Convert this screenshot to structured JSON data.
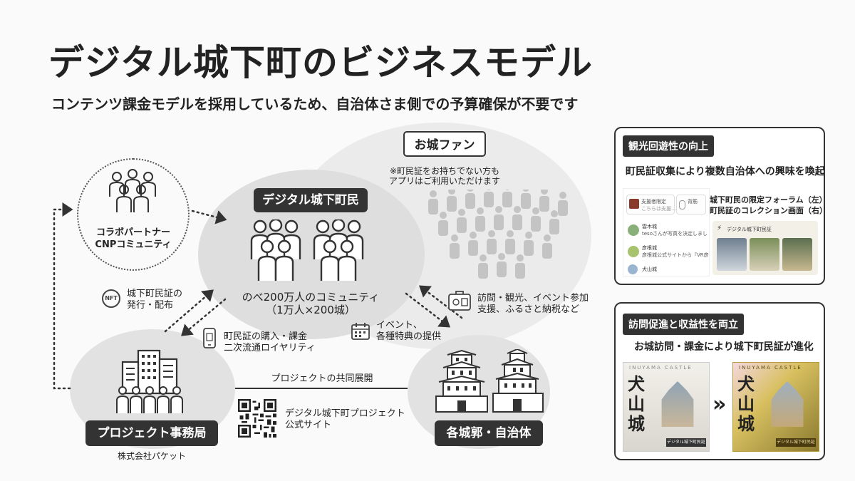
{
  "title": "デジタル城下町のビジネスモデル",
  "subtitle": "コンテンツ課金モデルを採用しているため、自治体さま側での予算確保が不要です",
  "nodes": {
    "partner": {
      "line1": "コラボパートナー",
      "line2": "CNPコミュニティ"
    },
    "citizens": {
      "label": "デジタル城下町民",
      "count_line1": "のべ200万人のコミュニティ",
      "count_line2": "（1万人×200城）"
    },
    "fans": {
      "label": "お城ファン",
      "note_line1": "※町民証をお持ちでない方も",
      "note_line2": "アプリはご利用いただけます"
    },
    "office": {
      "label": "プロジェクト事務局",
      "company": "株式会社パケット"
    },
    "castles": {
      "label": "各城郭・自治体"
    }
  },
  "flows": {
    "nft_line1": "城下町民証の",
    "nft_line2": "発行・配布",
    "nft_icon_text": "NFT",
    "purchase_line1": "町民証の購入・課金",
    "purchase_line2": "二次流通ロイヤリティ",
    "event_line1": "イベント、",
    "event_line2": "各種特典の提供",
    "visit_line1": "訪問・観光、イベント参加",
    "visit_line2": "支援、ふるさと納税など",
    "joint": "プロジェクトの共同展開",
    "site_line1": "デジタル城下町プロジェクト",
    "site_line2": "公式サイト"
  },
  "card1": {
    "tag": "観光回遊性の向上",
    "heading": "町民証収集により複数自治体への興味を喚起",
    "caption_line1": "城下町民の限定フォーラム（左）",
    "caption_line2": "町民証のコレクション画面（右）",
    "app_tab1_line1": "支援者限定",
    "app_tab1_line2": "こちらは支援...",
    "app_tab2": "背筋",
    "forum": [
      {
        "name": "雲木城",
        "text": "tesoさんが写真を決定しまし"
      },
      {
        "name": "彦根城",
        "text": "彦根城公式サイトから『VR彦"
      },
      {
        "name": "犬山城",
        "text": ""
      }
    ],
    "collection_title": "デジタル城下町民証"
  },
  "card2": {
    "tag": "訪問促進と収益性を両立",
    "heading": "お城訪問・課金により城下町民証が進化",
    "card_title": "INUYAMA CASTLE",
    "card_kanji": "犬山城",
    "card_footer": "デジタル城下町民証",
    "arrow": "»"
  },
  "colors": {
    "dark": "#333333",
    "blob": "#e3e3e3",
    "accent": "#7a5a20"
  }
}
